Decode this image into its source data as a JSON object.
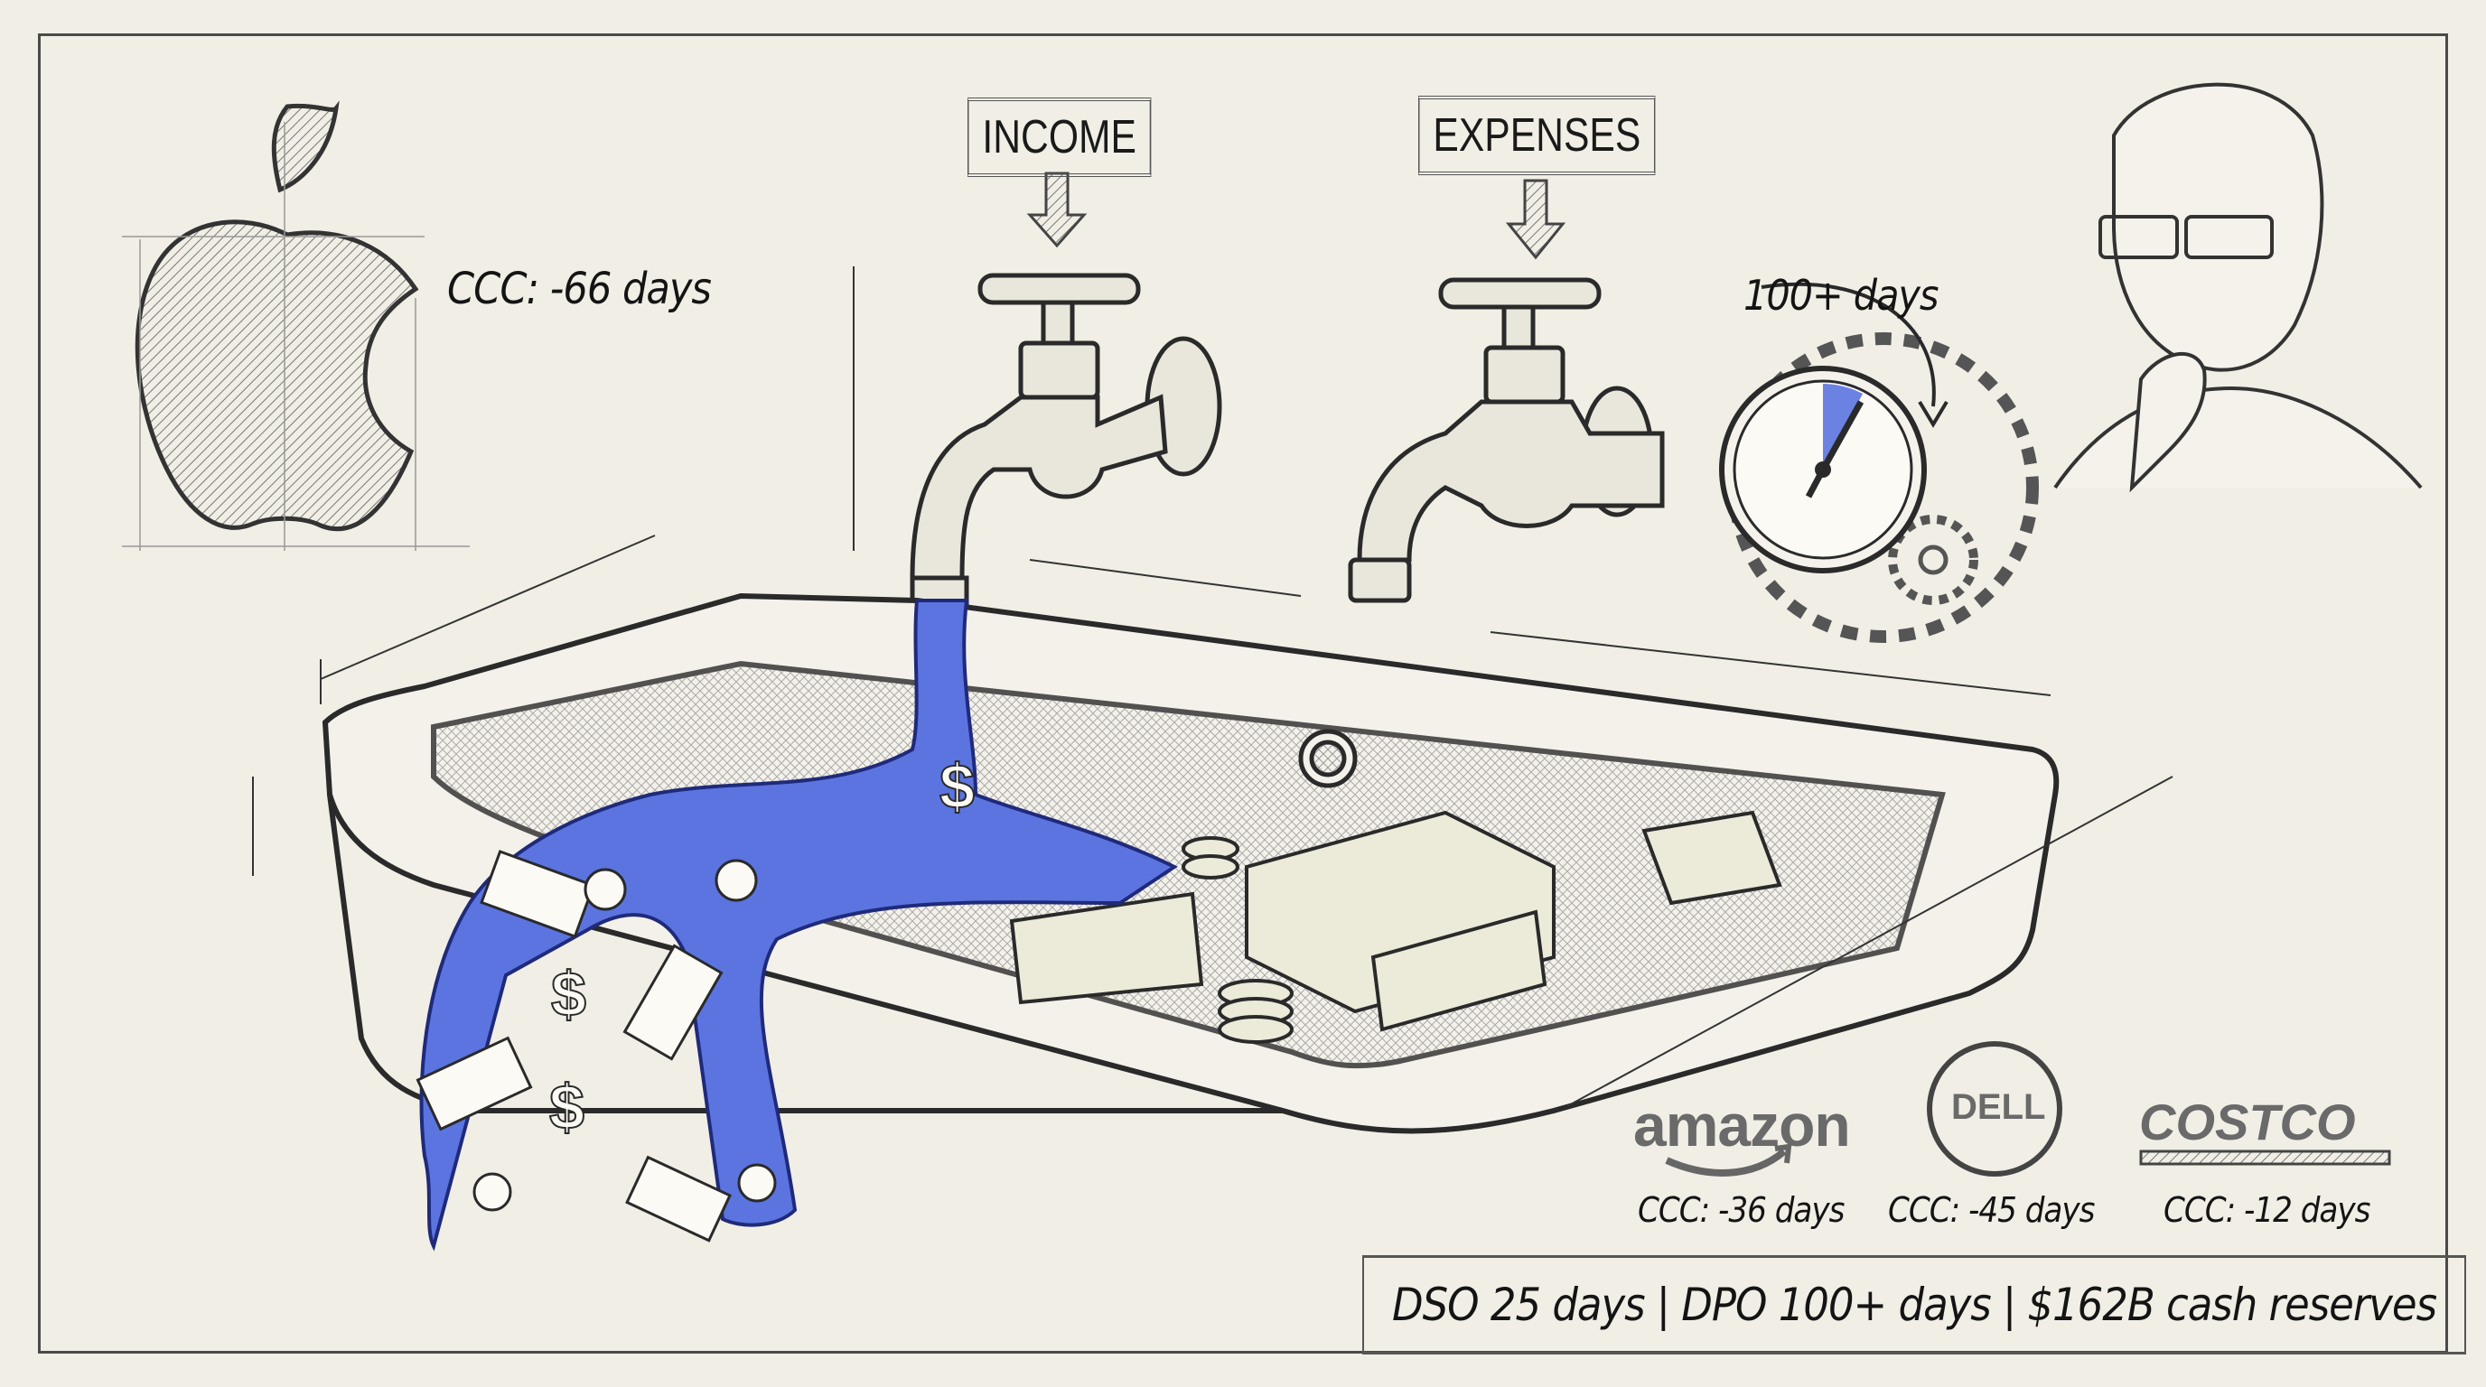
{
  "labels": {
    "income": "INCOME",
    "expenses": "EXPENSES"
  },
  "apple": {
    "icon": "apple-logo",
    "ccc": "CCC: -66 days"
  },
  "gauge": {
    "label": "100+ days",
    "accent_color": "#5b74e0"
  },
  "competitors": [
    {
      "name": "amazon",
      "ccc": "CCC: -36 days"
    },
    {
      "name": "DELL",
      "ccc": "CCC: -45 days"
    },
    {
      "name": "COSTCO",
      "ccc": "CCC: -12 days"
    }
  ],
  "caption": "DSO 25 days | DPO 100+ days | $162B cash reserves",
  "colors": {
    "background": "#f1eee5",
    "water": "#5b74e0",
    "ink": "#1d1d1d"
  }
}
